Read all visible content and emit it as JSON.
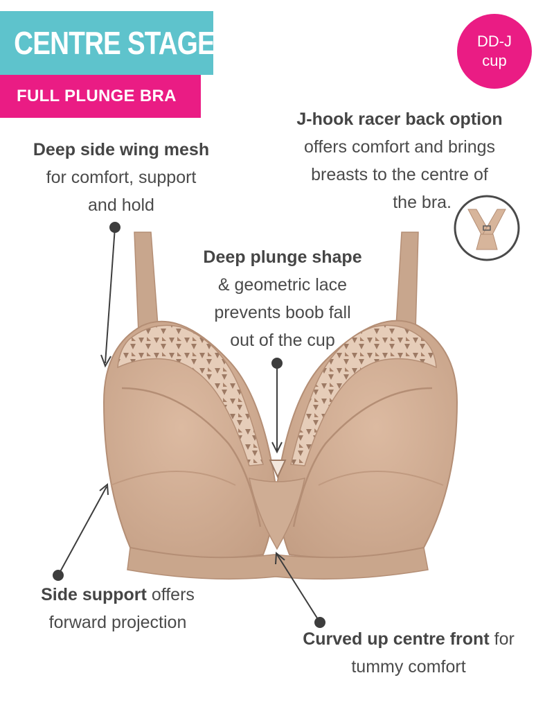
{
  "header": {
    "title": "CENTRE STAGE",
    "subtitle": "FULL PLUNGE BRA"
  },
  "badge": {
    "line1": "DD-J",
    "line2": "cup"
  },
  "callouts": {
    "side_wing": {
      "bold": "Deep side wing mesh",
      "line2": "for comfort, support",
      "line3": "and hold"
    },
    "j_hook": {
      "bold": "J-hook racer back option",
      "line2": "offers comfort and brings",
      "line3": "breasts to the centre of",
      "line4": "the bra."
    },
    "plunge": {
      "bold": "Deep plunge shape",
      "line2": "& geometric lace",
      "line3": "prevents boob fall",
      "line4": "out of the cup"
    },
    "side_support": {
      "bold": "Side support",
      "rest": " offers",
      "line2": "forward projection"
    },
    "centre_front": {
      "bold": "Curved up centre front",
      "rest": " for",
      "line2": "tummy comfort"
    }
  },
  "colors": {
    "title_bg": "#5ec3cc",
    "subtitle_bg": "#ea1c84",
    "badge_bg": "#ea1c84",
    "text": "#4a4a4a",
    "fabric": "#d3b197",
    "fabric_dark": "#b48e75",
    "lace": "#9d7a64"
  },
  "icons": {
    "hook_illustration": "j-hook-racer-back-icon",
    "product": "bra-product-image"
  }
}
